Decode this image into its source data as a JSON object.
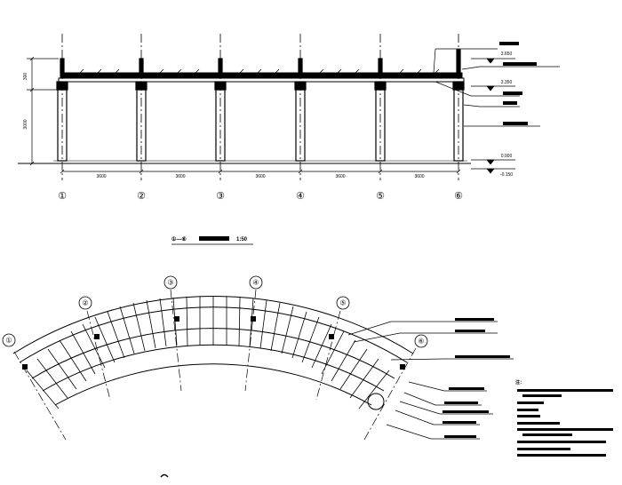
{
  "elevation": {
    "axis_labels": [
      "①",
      "②",
      "③",
      "④",
      "⑤",
      "⑥"
    ],
    "title_tag": "①—⑥",
    "title_scale": "1:50",
    "dimensions": [
      "3600",
      "3600",
      "3600",
      "3600",
      "3600"
    ],
    "height_labels": [
      "300",
      "3000"
    ],
    "levels": [
      "3.650",
      "3.350",
      "0.000",
      "-0.150"
    ]
  },
  "plan": {
    "axis_labels": [
      "①",
      "②",
      "③",
      "④",
      "⑤",
      "⑥"
    ]
  },
  "notes": {
    "heading": "注："
  },
  "colors": {
    "ink": "#000000",
    "paper": "#ffffff"
  }
}
